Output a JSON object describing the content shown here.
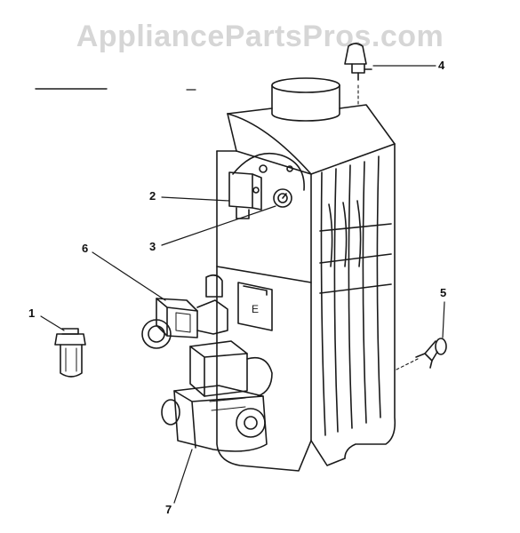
{
  "watermark": "AppliancePartsPros.com",
  "callouts": [
    "1",
    "2",
    "3",
    "4",
    "5",
    "6",
    "7"
  ],
  "colors": {
    "ink": "#1a1a1a",
    "watermark": "#d6d6d6",
    "background": "#ffffff"
  }
}
